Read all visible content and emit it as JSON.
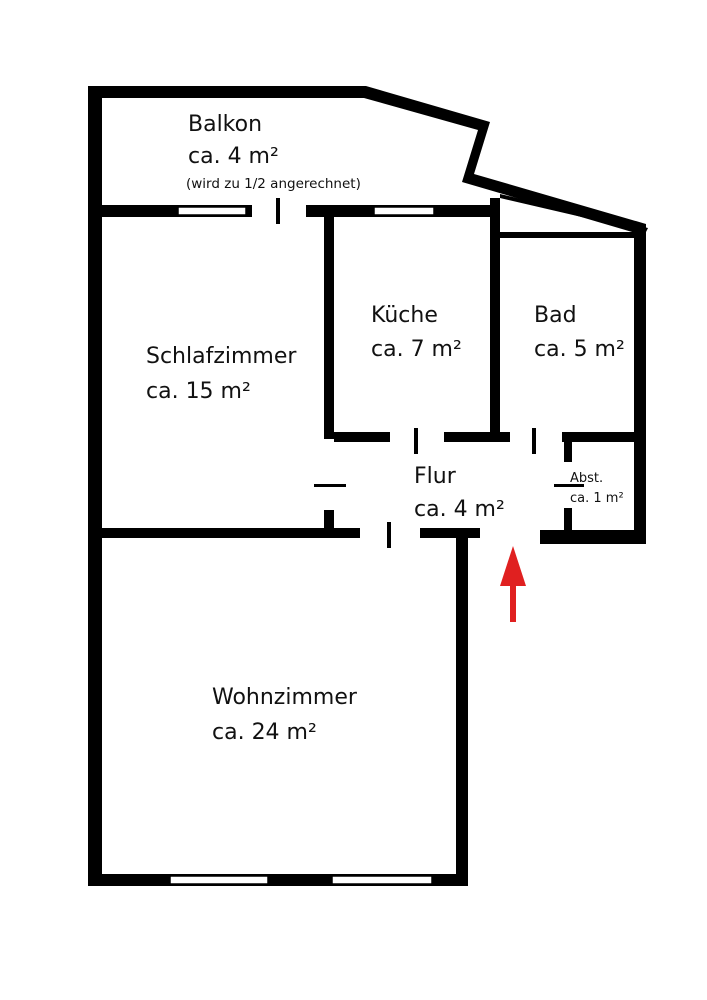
{
  "colors": {
    "wall": "#000000",
    "background": "#ffffff",
    "entrance_arrow": "#e02020"
  },
  "rooms": {
    "balkon": {
      "name": "Balkon",
      "area": "ca. 4 m²",
      "note": "(wird zu 1/2 angerechnet)"
    },
    "kueche": {
      "name": "Küche",
      "area": "ca. 7 m²"
    },
    "bad": {
      "name": "Bad",
      "area": "ca. 5 m²"
    },
    "schlafzimmer": {
      "name": "Schlafzimmer",
      "area": "ca. 15 m²"
    },
    "flur": {
      "name": "Flur",
      "area": "ca. 4 m²"
    },
    "abst": {
      "name": "Abst.",
      "area": "ca. 1 m²"
    },
    "wohnzimmer": {
      "name": "Wohnzimmer",
      "area": "ca. 24 m²"
    }
  },
  "entrance": {
    "icon": "arrow-up-icon"
  }
}
